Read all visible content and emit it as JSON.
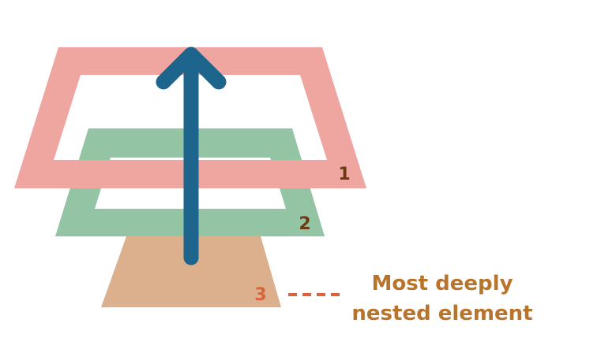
{
  "layers": [
    {
      "id": "1",
      "label": "1",
      "fill": "#efa5a0",
      "label_color": "#6a3c10"
    },
    {
      "id": "2",
      "label": "2",
      "fill": "#93c4a4",
      "label_color": "#6a3c10"
    },
    {
      "id": "3",
      "label": "3",
      "fill": "#dcb08c",
      "label_color": "#d9643a"
    }
  ],
  "arrow": {
    "color": "#1e658d",
    "direction": "up"
  },
  "callout": {
    "line1": "Most deeply",
    "line2": "nested element",
    "text_color": "#b8742a",
    "dash_color": "#d9643a"
  }
}
